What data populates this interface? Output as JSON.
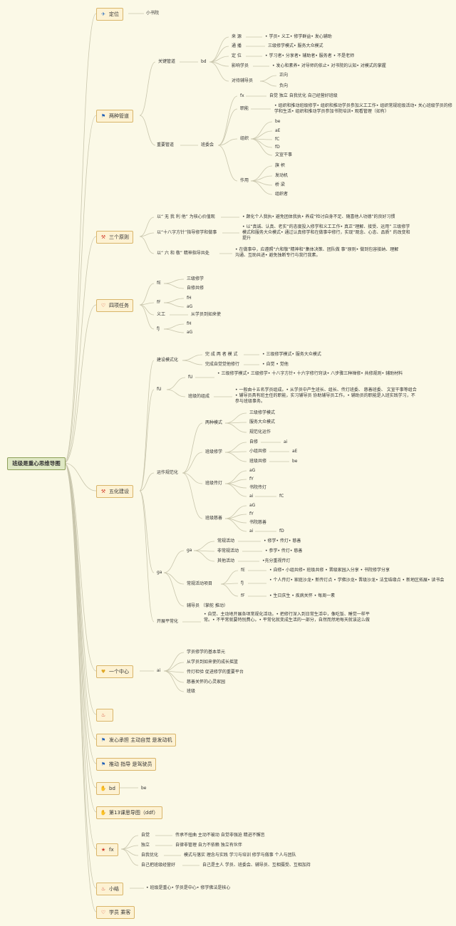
{
  "root": "班级是重心思维导图",
  "colors": {
    "background": "#fbf9e7",
    "line": "#c9c6ad",
    "node_fill": "#fdf2d3",
    "node_border": "#d9b56a",
    "root_fill": "#dfe8c4"
  },
  "b1": {
    "icon": "paper-plane-icon",
    "label": "定位",
    "c1": "小书院"
  },
  "b2": {
    "icon": "flag-icon",
    "label": "两种管道",
    "c1": "关键管道",
    "c1a": "bd",
    "c1a1": "来 源",
    "c1a1t": "• 学员• 义工• 修学群益• 发心辅助",
    "c1a2": "通 播",
    "c1a2t": "三级修学模式• 服务大众模式",
    "c1a3": "定 位",
    "c1a3t": "• 学习者• 分享者• 辅助者• 服务者 • 不是老师",
    "c1a4": "影响学员",
    "c1a4t": "• 发心和素养• 对导师的依止• 对书院的认知• 对模式的掌握",
    "c1a5": "对待辅导员",
    "c1a5a": "正向",
    "c1a5b": "负向",
    "c2": "重要管道",
    "c2a": "班委会",
    "c2a1": "fx",
    "c2a1t": "自觉 独立 自我优化 自己经营好班级",
    "c2a2": "职能",
    "c2a2t": "• 组织和推动班级修学• 组织和推动学员参加义工工作• 组织常规班级活动• 关心班级学员的修学和生活• 组织和推动学员参加书院培训• 观看管理（如有）",
    "c2a3": "组织",
    "c2a3a": "be",
    "c2a3b": "aE",
    "c2a3c": "fC",
    "c2a3d": "fD",
    "c2a3e": "文宣干事",
    "c2a4": "作用",
    "c2a4a": "旗 帜",
    "c2a4b": "发动机",
    "c2a4c": "桥 梁",
    "c2a4d": "组织者"
  },
  "b3": {
    "icon": "tools-icon",
    "label": "三个原则",
    "c1": "以“ 无 我 利 他” 为核心价值观",
    "c1t": "• 颠化个人我执• 避免团体我执• 养成“检讨自身不足、随喜他人功德”的良好习惯",
    "c2": "以“十八字方针”指导修学和做事",
    "c2t": "• 以“真诚、认真、老实”的态度投入修学和义工工作• 真正“理解、接受、运用” 三级修学模式和服务大众模式• 通过认真修学和在做事中修行，实现“观念、心态、品质” 的改变和提升",
    "c3": "以“ 六 和 敬” 精神指导共处",
    "c3t": "• 在做事中，应遵照“六和敬”精神和“集体决策、团队做 事”原则• 做到包容接纳、理解沟通、互助共进• 避免独断专行与我行我素。"
  },
  "b4": {
    "icon": "heart-icon",
    "label": "四项任务",
    "c1": "fE",
    "c1a": "三级修学",
    "c1b": "自修共修",
    "c2": "fF",
    "c2a": "fH",
    "c2b": "aG",
    "c3": "义工",
    "c3t": "从学员到如来使",
    "c4": "fJ",
    "c4a": "fH",
    "c4b": "aG"
  },
  "b5": {
    "icon": "tools-icon",
    "label": "五化建设",
    "c1": "建设模式化",
    "c1a": "完 成 两 者 模 式",
    "c1at": "• 三级修学模式• 服务大众模式",
    "c1b": "完成自觉觉他修行",
    "c1bt": "• 自觉 • 觉他",
    "c2": "fU",
    "c2a": "fU",
    "c2at": "• 三级修学模式• 三级修学• 十八字方针• 十六字修行窍诀• 八步骤三种禅修• 共修规则• 辅助材料",
    "c2b": "班级的组成",
    "c2bt": "• 一般由十五名学员组成。• 从学员中产生班长、组长、传灯班委、 慈善班委、 文宣干事等组合• 辅导员具有班主任的职能，实习辅导员 协助辅导员工作。• 辅助员的职能是入班实践学习，不参与班级事务。",
    "c3": "运作规范化",
    "c3a": "两种模式",
    "c3a1": "三级修学模式",
    "c3a2": "服务大众模式",
    "c3a3": "规范化运作",
    "c3b": "班级修学",
    "c3b1": "自修",
    "c3b1a": "ai",
    "c3b2": "小组共修",
    "c3b2a": "aE",
    "c3b3": "班级共修",
    "c3b3a": "be",
    "c3c": "班级传灯",
    "c3c1": "aG",
    "c3c2": "fY",
    "c3c3": "书院传灯",
    "c3c4": "ai",
    "c3c4a": "fC",
    "c3d": "班级慈善",
    "c3d1": "aG",
    "c3d2": "fY",
    "c3d3": "书院慈善",
    "c3d4": "ai",
    "c3d4a": "fD",
    "c4": "ga",
    "c4a": "ga",
    "c4a1": "常规活动",
    "c4a1t": "• 修学• 传灯• 慈善",
    "c4a2": "非常规活动",
    "c4a2t": "• 参学• 传灯• 慈善",
    "c4a3": "其他活动",
    "c4a3t": "•充分重视传灯",
    "c4b": "常规活动项目",
    "c4b1": "fE",
    "c4b1t": "• 自修• 小组共修• 班级共修 • 晋级家园入分享 • 书院修学分享",
    "c4b2": "fJ",
    "c4b2t": "• 个人传灯• 家庭沙龙• 新传灯点 • 学佛沙龙• 晋级沙龙• 法宝结缘点 • 新地区拓展• 读书会",
    "c4b3": "fF",
    "c4b3t": "• 生日庆生 • 疾病关怀 • 每周一素",
    "c4c": "辅导员 （掌舵 推动）",
    "c5": "开展平常化",
    "c5t": "• 自觉、主动地开展各项常规化活动。• 把修行深入到日常生活中，像吃饭、睡觉一样平常。• 不平常就要特别费心。• 平常化就变成生活的一部分，自然而然地每天就该这么做"
  },
  "b6": {
    "icon": "gem-icon",
    "label": "一个中心",
    "c1": "ai",
    "c1a": "学员修学的基本单元",
    "c1b": "从学员到如来使的成长摇篮",
    "c1c": "传灯检验 促进修学的重要平台",
    "c1d": "慈善关怀的心灵家园",
    "c1e": "班级"
  },
  "b7": {
    "icon": "fire-icon",
    "label": ""
  },
  "b8": {
    "icon": "flag-icon",
    "label": "发心承担 主动自觉 是发动机"
  },
  "b9": {
    "icon": "flag-icon",
    "label": "推动 指导 是驾驶员"
  },
  "b10": {
    "icon": "hand-icon",
    "label": "bd",
    "c1": "be"
  },
  "b11": {
    "icon": "hand-icon",
    "label": "第13课思导图（ddf）"
  },
  "b12": {
    "icon": "star-icon",
    "label": "fx",
    "c1": "自觉",
    "c1t": "传承不扭曲 主动不被动 自觉非强迫 精进不懈怠",
    "c2": "独立",
    "c2t": "自律非管理 自力不依赖 独立有伙伴",
    "c3": "自我优化",
    "c3t": "模式与落实 理念与实践 学习与培训 修学与做事 个人与团队",
    "c4": "自己把班级经营好",
    "c4t": "自己是主人 学员、班委会、辅导员、互相摄受、互相加持"
  },
  "b13": {
    "icon": "fire-icon",
    "label": "小结",
    "c1": "• 班级是重心• 学员是中心• 修学佛法是核心"
  },
  "b14": {
    "icon": "heart-icon",
    "label": "学员 乘客"
  }
}
